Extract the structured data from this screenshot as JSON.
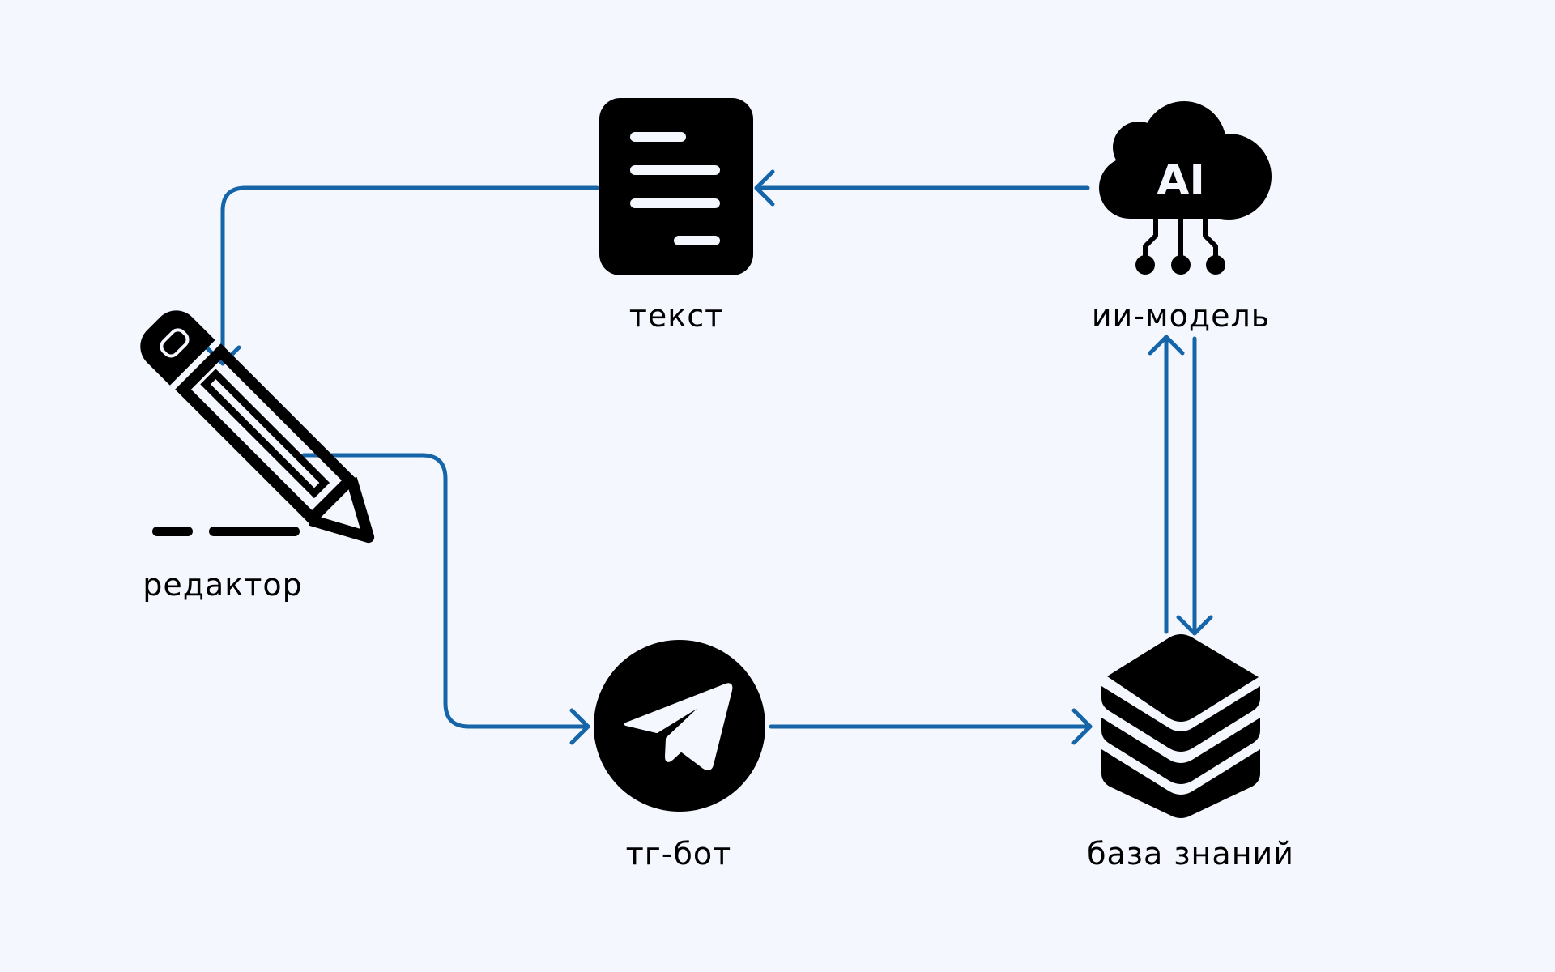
{
  "colors": {
    "background": "#F4F8FE",
    "connector": "#1565A8",
    "icon": "#000000"
  },
  "nodes": {
    "text": {
      "label": "текст",
      "icon": "document-icon"
    },
    "ai_model": {
      "label": "ии-модель",
      "icon": "ai-cloud-icon",
      "icon_text": "AI"
    },
    "editor": {
      "label": "редактор",
      "icon": "pencil-icon"
    },
    "tg_bot": {
      "label": "тг-бот",
      "icon": "telegram-icon"
    },
    "knowledge_base": {
      "label": "база знаний",
      "icon": "layers-icon"
    }
  }
}
